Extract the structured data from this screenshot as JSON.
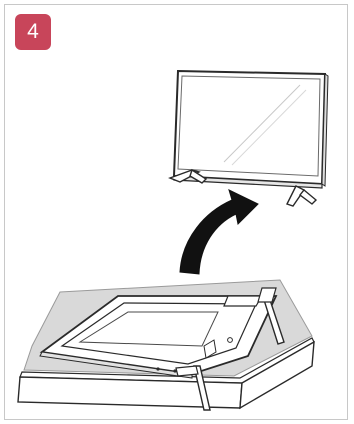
{
  "step": {
    "number": "4",
    "badge_color": "#c8455a"
  },
  "illustration": {
    "top_item": "tv-upright-on-stand",
    "motion": "curved-lift-arrow",
    "bottom_item": "tv-face-down-on-cushioned-surface",
    "arrow_color": "#111111",
    "table_shadow_color": "#d9d9d9"
  }
}
